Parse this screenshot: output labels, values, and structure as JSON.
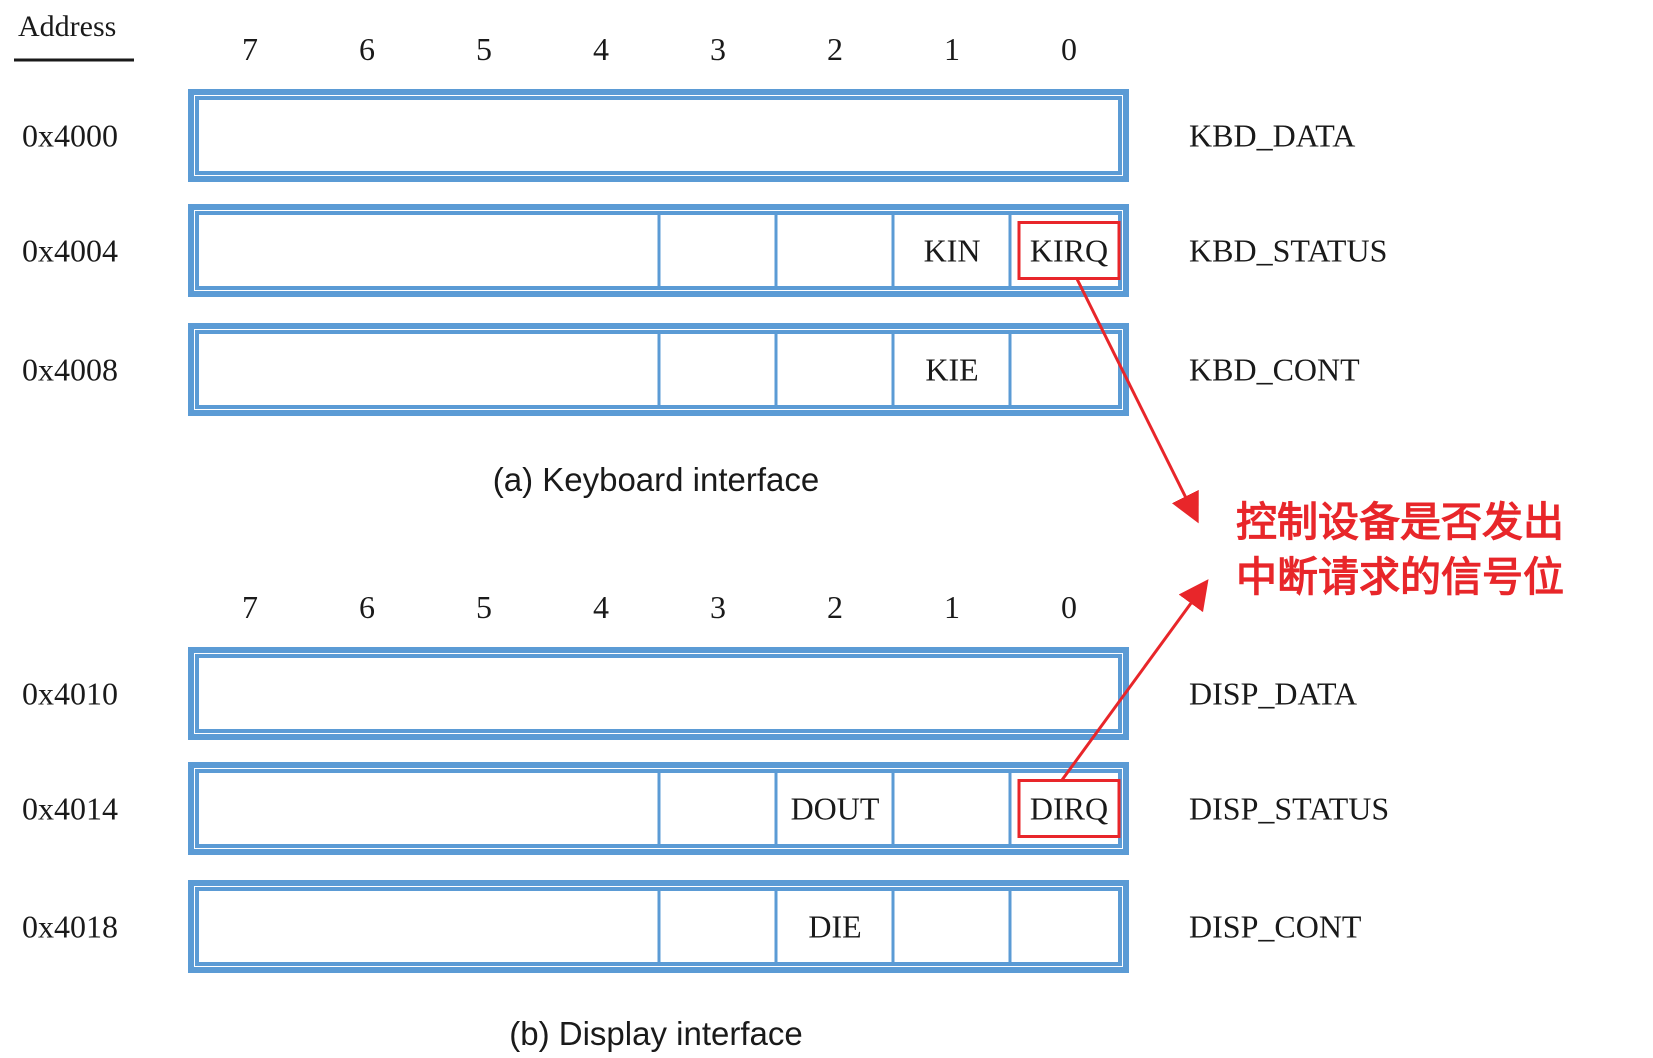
{
  "address_header": "Address",
  "bit_labels": [
    "7",
    "6",
    "5",
    "4",
    "3",
    "2",
    "1",
    "0"
  ],
  "keyboard": {
    "caption": "(a) Keyboard interface",
    "registers": [
      {
        "address": "0x4000",
        "name": "KBD_DATA",
        "bits": [
          "",
          "",
          "",
          "",
          "",
          "",
          "",
          ""
        ],
        "split": false
      },
      {
        "address": "0x4004",
        "name": "KBD_STATUS",
        "bits": [
          "",
          "",
          "",
          "",
          "",
          "",
          "KIN",
          "KIRQ"
        ],
        "split": true
      },
      {
        "address": "0x4008",
        "name": "KBD_CONT",
        "bits": [
          "",
          "",
          "",
          "",
          "",
          "",
          "KIE",
          ""
        ],
        "split": true
      }
    ]
  },
  "display": {
    "caption": "(b) Display interface",
    "registers": [
      {
        "address": "0x4010",
        "name": "DISP_DATA",
        "bits": [
          "",
          "",
          "",
          "",
          "",
          "",
          "",
          ""
        ],
        "split": false
      },
      {
        "address": "0x4014",
        "name": "DISP_STATUS",
        "bits": [
          "",
          "",
          "",
          "",
          "",
          "DOUT",
          "",
          "DIRQ"
        ],
        "split": true
      },
      {
        "address": "0x4018",
        "name": "DISP_CONT",
        "bits": [
          "",
          "",
          "",
          "",
          "",
          "DIE",
          "",
          ""
        ],
        "split": true
      }
    ]
  },
  "annotation": {
    "lines": [
      "控制设备是否发出",
      "中断请求的信号位"
    ],
    "highlighted_bits": [
      "KIRQ",
      "DIRQ"
    ],
    "color": "#e8262a"
  },
  "colors": {
    "register_border": "#5b9bd5",
    "highlight": "#e8262a",
    "text": "#1a1a1a"
  }
}
